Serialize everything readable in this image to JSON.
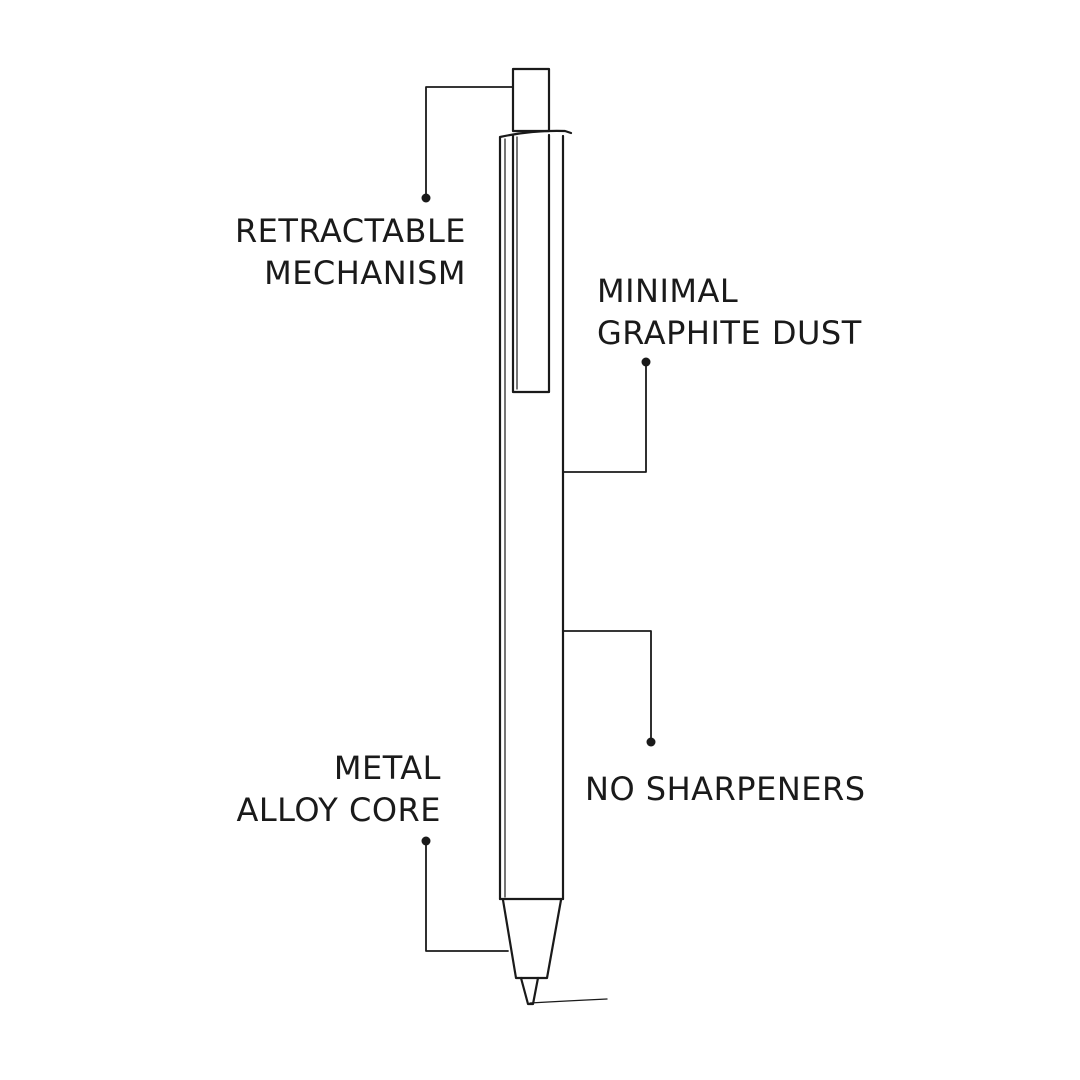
{
  "labels": {
    "retractable": {
      "line1": "RETRACTABLE",
      "line2": "MECHANISM"
    },
    "graphite": {
      "line1": "MINIMAL",
      "line2": "GRAPHITE DUST"
    },
    "metal": {
      "line1": "METAL",
      "line2": "ALLOY CORE"
    },
    "sharpeners": {
      "line1": "NO SHARPENERS"
    }
  },
  "colors": {
    "ink": "#1a1a1a",
    "background": "#ffffff"
  }
}
